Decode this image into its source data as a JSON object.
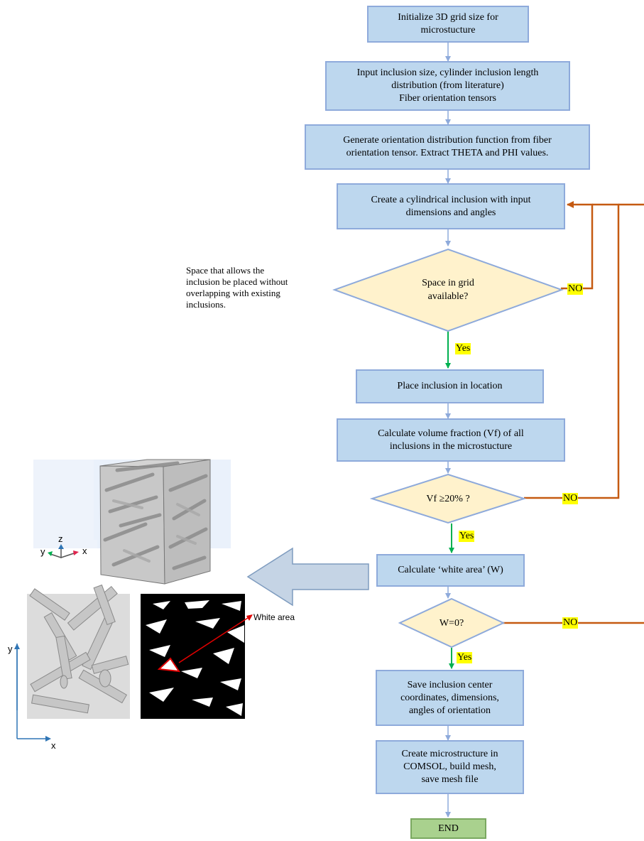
{
  "flow": {
    "step_init": "Initialize 3D grid size for\nmicrostucture",
    "step_input": "Input inclusion size, cylinder inclusion length\ndistribution (from literature)\nFiber orientation tensors",
    "step_odf": "Generate orientation distribution function from fiber\norientation tensor. Extract THETA and PHI values.",
    "step_create": "Create a cylindrical inclusion with input\ndimensions and angles",
    "decision_space": "Space in grid\navailable?",
    "step_place": "Place inclusion in location",
    "step_vf": "Calculate volume fraction (Vf) of all\ninclusions in the microstucture",
    "decision_vf": "Vf ≥20% ?",
    "step_white": "Calculate ‘white area’ (W)",
    "decision_w": "W=0?",
    "step_save": "Save inclusion center\ncoordinates, dimensions,\nangles of orientation",
    "step_comsol": "Create microstructure in\nCOMSOL, build mesh,\nsave mesh file",
    "end": "END"
  },
  "labels": {
    "yes": "Yes",
    "no": "NO"
  },
  "annotations": {
    "space_note": "Space that allows the\ninclusion be placed without\noverlapping with existing\ninclusions.",
    "white_area": "White area"
  },
  "axes3d": {
    "z": "z",
    "y": "y",
    "x": "x"
  },
  "axes2d": {
    "y": "y",
    "x": "x"
  },
  "colors": {
    "process_fill": "#bdd7ee",
    "process_border": "#8eaadb",
    "decision_fill": "#fff2cc",
    "end_fill": "#a9d18e",
    "yes_arrow": "#00b050",
    "no_line": "#c55a11",
    "label_highlight": "#ffff00"
  }
}
